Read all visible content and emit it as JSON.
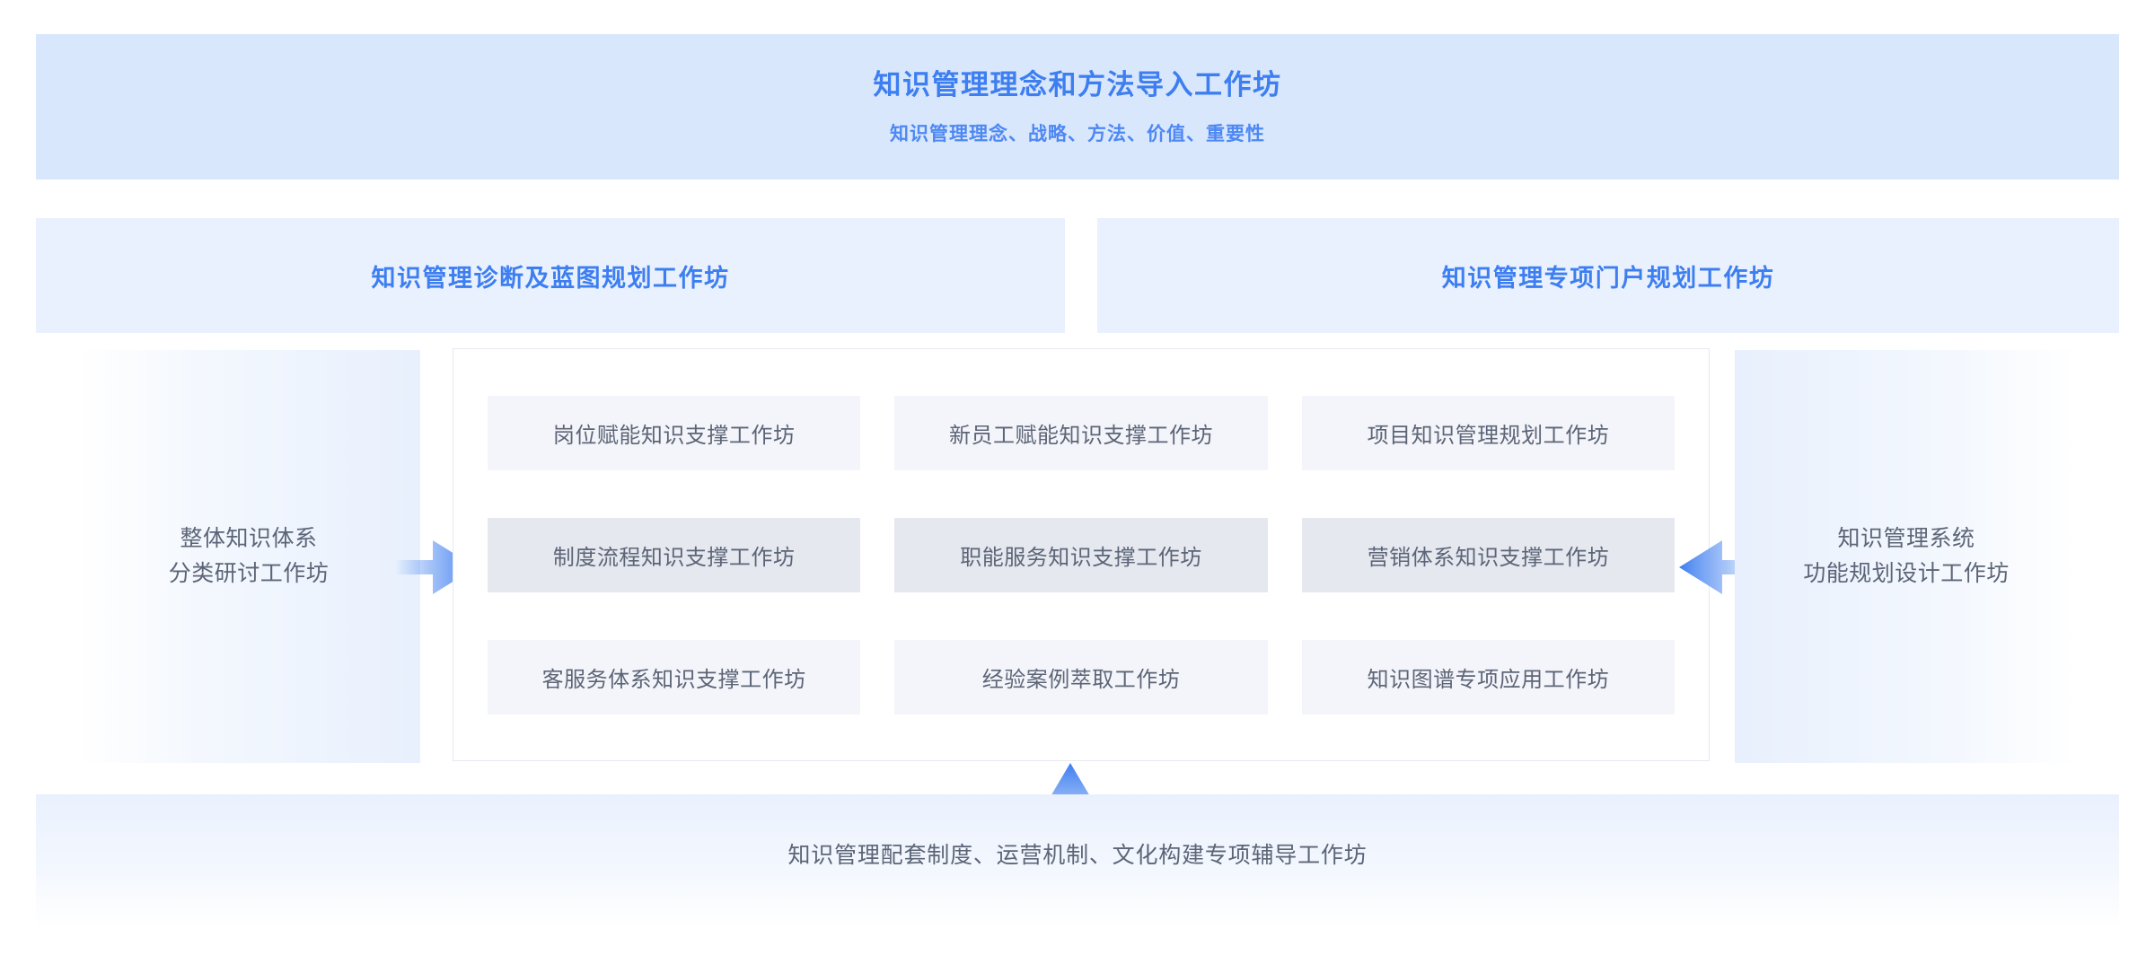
{
  "header": {
    "title": "知识管理理念和方法导入工作坊",
    "subtitle": "知识管理理念、战略、方法、价值、重要性",
    "bg_color": "#d9e7fc",
    "title_color": "#3d7ef0"
  },
  "banners": {
    "left": "知识管理诊断及蓝图规划工作坊",
    "right": "知识管理专项门户规划工作坊",
    "bg_color": "#eaf1fe",
    "text_color": "#3d7ef0"
  },
  "side_panels": {
    "left": {
      "line1": "整体知识体系",
      "line2": "分类研讨工作坊"
    },
    "right": {
      "line1": "知识管理系统",
      "line2": "功能规划设计工作坊"
    }
  },
  "grid": {
    "rows": [
      {
        "highlighted": false,
        "cells": [
          "岗位赋能知识支撑工作坊",
          "新员工赋能知识支撑工作坊",
          "项目知识管理规划工作坊"
        ]
      },
      {
        "highlighted": true,
        "cells": [
          "制度流程知识支撑工作坊",
          "职能服务知识支撑工作坊",
          "营销体系知识支撑工作坊"
        ]
      },
      {
        "highlighted": false,
        "cells": [
          "客服务体系知识支撑工作坊",
          "经验案例萃取工作坊",
          "知识图谱专项应用工作坊"
        ]
      }
    ],
    "cell_bg": "#f4f5fa",
    "cell_bg_alt": "#e5e8ef",
    "cell_text_color": "#5c6577"
  },
  "bottom": {
    "text": "知识管理配套制度、运营机制、文化构建专项辅导工作坊",
    "text_color": "#5c6577"
  },
  "arrows": {
    "left_name": "arrow-right-icon",
    "right_name": "arrow-left-icon",
    "bottom_name": "arrow-up-icon",
    "color": "#4a86f0"
  }
}
